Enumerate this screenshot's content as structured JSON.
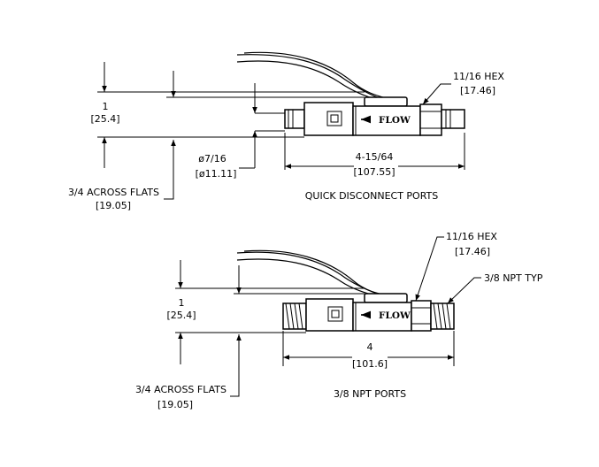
{
  "top_view": {
    "label_hex": "11/16 HEX",
    "label_hex_mm": "[17.46]",
    "label_height": "1",
    "label_height_mm": "[25.4]",
    "label_dia": "ø7/16",
    "label_dia_mm": "[ø11.11]",
    "label_length": "4-15/64",
    "label_length_mm": "[107.55]",
    "label_flats": "3/4 ACROSS FLATS",
    "label_flats_mm": "[19.05]",
    "flow_text": "FLOW",
    "caption": "QUICK DISCONNECT PORTS"
  },
  "bottom_view": {
    "label_hex": "11/16 HEX",
    "label_hex_mm": "[17.46]",
    "label_npt": "3/8 NPT TYP",
    "label_height": "1",
    "label_height_mm": "[25.4]",
    "label_length": "4",
    "label_length_mm": "[101.6]",
    "label_flats": "3/4 ACROSS FLATS",
    "label_flats_mm": "[19.05]",
    "flow_text": "FLOW",
    "caption": "3/8 NPT PORTS"
  }
}
